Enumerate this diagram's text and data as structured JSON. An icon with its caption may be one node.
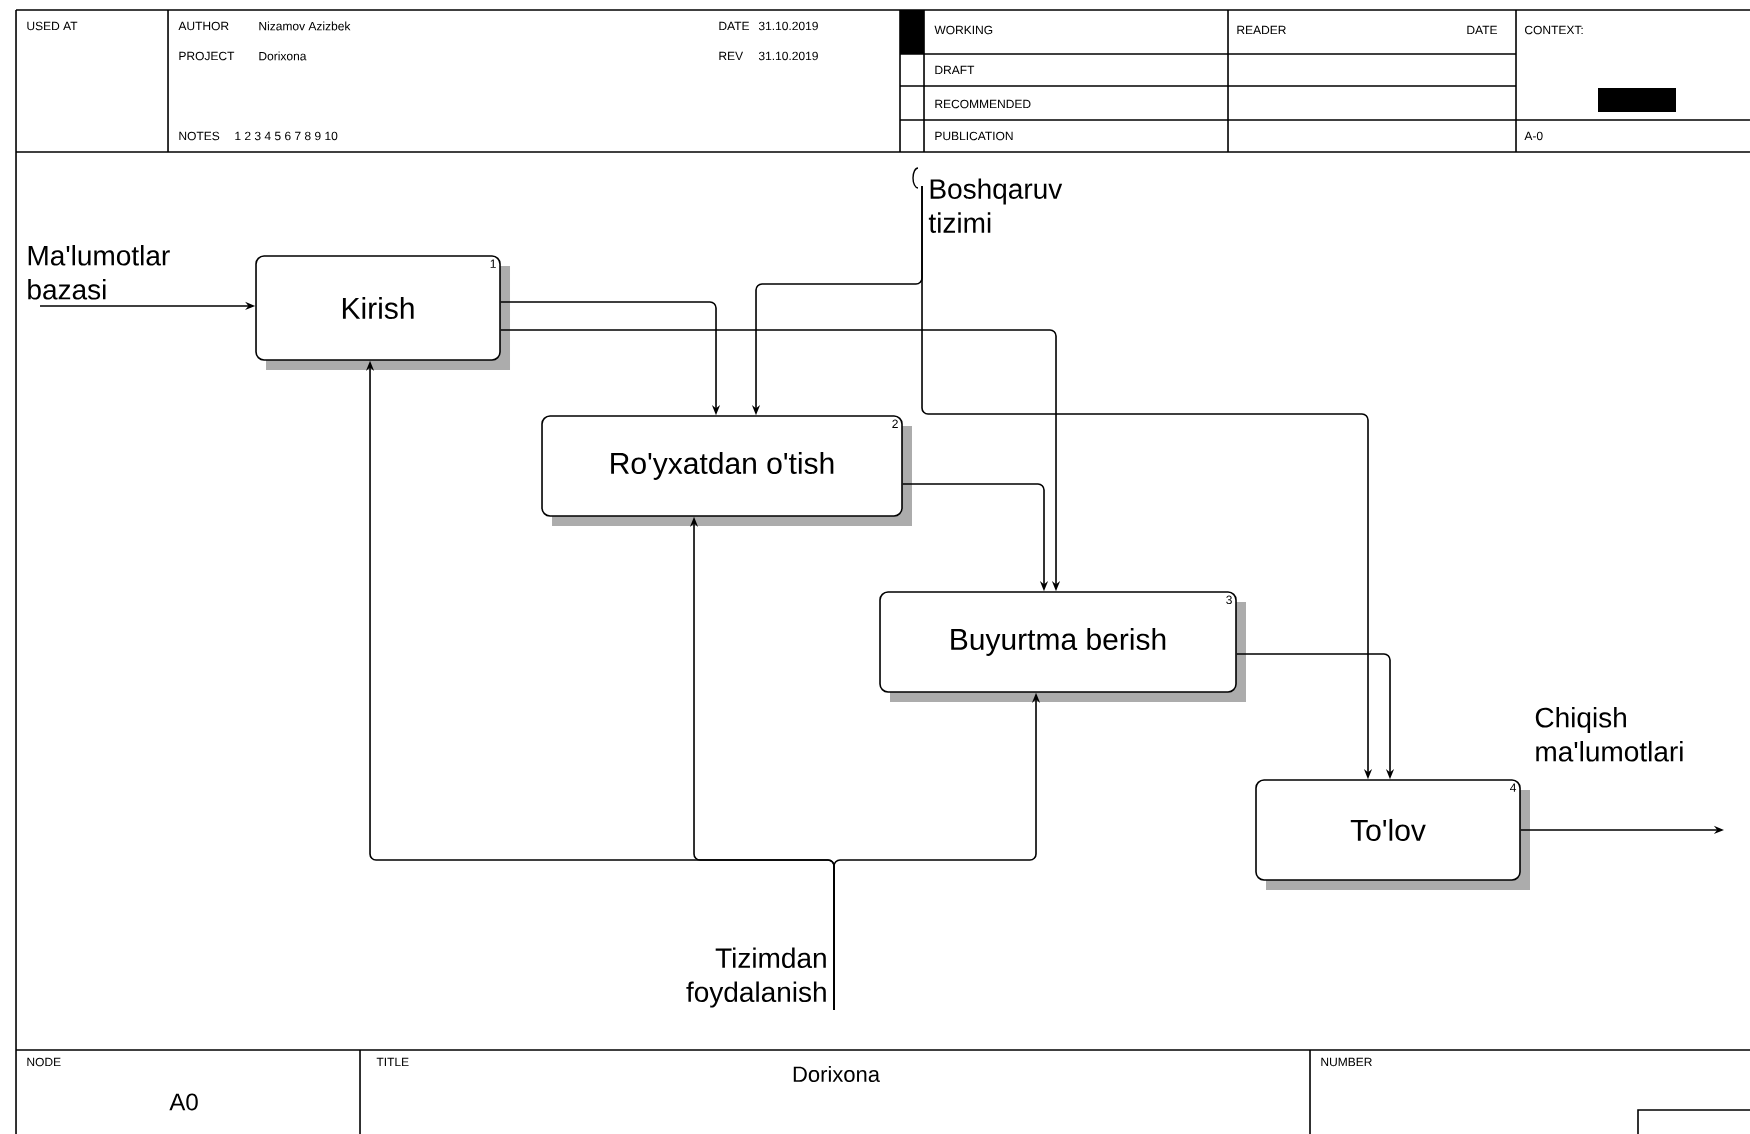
{
  "diagram": {
    "title": "Dorixona",
    "nodes": [
      {
        "text": [
          "Kirish",
          "1"
        ]
      },
      {
        "text": [
          "Ro'yxatdan o'tish",
          "2"
        ]
      },
      {
        "text": [
          "Buyurtma berish",
          "3"
        ]
      },
      {
        "text": [
          "To'lov",
          "4"
        ]
      },
      {
        "text": [
          "Boshqaruv tizimi"
        ]
      },
      {
        "text": [
          "Tizimdan foydalanish"
        ]
      }
    ],
    "edges": [
      {
        "from": null,
        "to": 0,
        "arrow": "to",
        "label": "Ma'lumotlar bazasi"
      },
      {
        "from": 0,
        "to": 1,
        "arrow": "to"
      },
      {
        "from": 0,
        "to": 2,
        "arrow": "to"
      },
      {
        "from": 1,
        "to": 2,
        "arrow": "to"
      },
      {
        "from": 2,
        "to": 3,
        "arrow": "to"
      },
      {
        "from": 4,
        "to": 1,
        "arrow": "to"
      },
      {
        "from": 4,
        "to": 3,
        "arrow": "to"
      },
      {
        "from": 5,
        "to": 0,
        "arrow": "to"
      },
      {
        "from": 5,
        "to": 1,
        "arrow": "to"
      },
      {
        "from": 5,
        "to": 2,
        "arrow": "to"
      },
      {
        "from": 3,
        "to": null,
        "arrow": "to",
        "label": "Chiqish ma'lumotlari"
      }
    ],
    "labels": [
      "USED AT",
      "AUTHOR",
      "Nizamov Azizbek",
      "DATE",
      "31.10.2019",
      "WORKING",
      "READER",
      "DATE",
      "CONTEXT:",
      "PROJECT",
      "Dorixona",
      "REV",
      "31.10.2019",
      "DRAFT",
      "RECOMMENDED",
      "NOTES",
      "1 2 3 4 5 6 7 8 9 10",
      "PUBLICATION",
      "A-0",
      "NODE",
      "TITLE",
      "NUMBER",
      "A0"
    ]
  }
}
